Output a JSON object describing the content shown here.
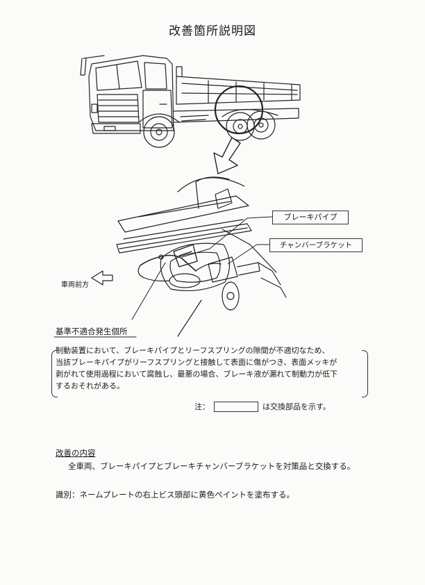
{
  "title": "改善箇所説明図",
  "callouts": {
    "brake_pipe": "ブレーキパイプ",
    "chamber_bracket": "チャンバーブラケット",
    "vehicle_front": "車両前方",
    "non_conformity": "基準不適合発生個所"
  },
  "description": [
    "制動装置において、ブレーキパイプとリーフスプリングの隙間が不適切なため、",
    "当該ブレーキパイプがリーフスプリングと接触して表面に傷がつき、表面メッキが",
    "剥がれて使用過程において腐蝕し、最悪の場合、ブレーキ液が漏れて制動力が低下",
    "するおそれがある。"
  ],
  "note": {
    "prefix": "注：",
    "suffix": "は交換部品を示す。"
  },
  "improvement": {
    "heading": "改善の内容",
    "body": "全車両、ブレーキパイプとブレーキチャンバーブラケットを対策品と交換する。"
  },
  "identification": "識別：ネームプレートの右上ビス頭部に黄色ペイントを塗布する。"
}
